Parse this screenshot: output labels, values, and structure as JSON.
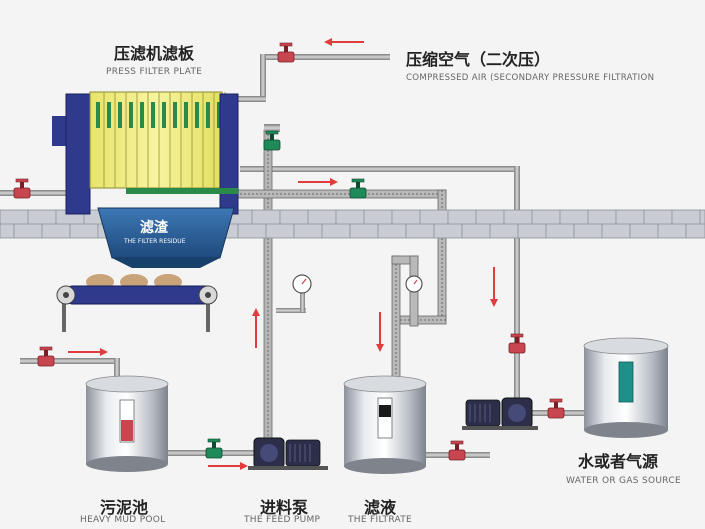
{
  "labels": {
    "press_filter_cn": "压滤机滤板",
    "press_filter_en": "PRESS FILTER PLATE",
    "compressed_air_cn": "压缩空气（二次压）",
    "compressed_air_en": "COMPRESSED AIR (SECONDARY PRESSURE FILTRATION",
    "filter_residue_cn": "滤渣",
    "filter_residue_en": "THE FILTER RESIDUE",
    "water_gas_cn": "水或者气源",
    "water_gas_en": "WATER OR GAS SOURCE",
    "mud_pool_cn": "污泥池",
    "mud_pool_en": "HEAVY MUD POOL",
    "feed_pump_cn": "进料泵",
    "feed_pump_en": "THE FEED PUMP",
    "filtrate_cn": "滤液",
    "filtrate_en": "THE FILTRATE"
  },
  "colors": {
    "plate_yellow": "#f2ef7a",
    "frame_blue": "#2f3a8c",
    "pipe_gray": "#9a9a9a",
    "valve_red": "#c8464f",
    "valve_green": "#1e8a5a",
    "arrow_red": "#e23b3b",
    "wall": "#c9ccd2",
    "hopper_blue": "#2b5f9a"
  },
  "icons": [
    "valve-icon",
    "pressure-gauge-icon",
    "pump-icon",
    "flow-arrow-icon",
    "conveyor-roller-icon"
  ]
}
